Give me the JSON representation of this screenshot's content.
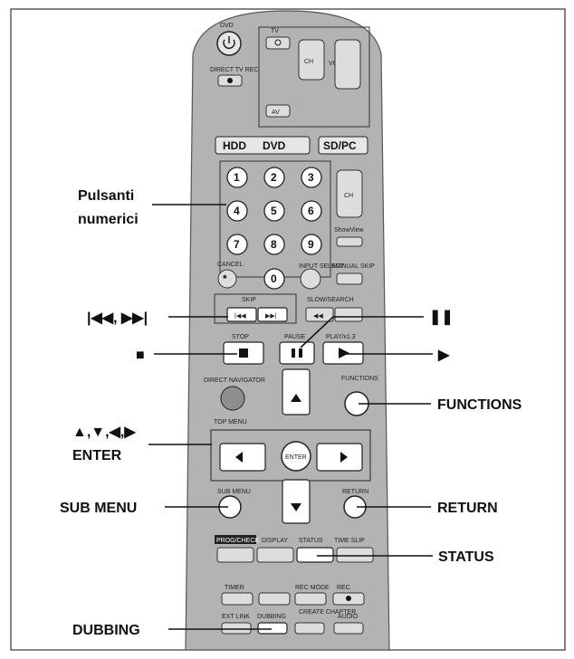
{
  "remote": {
    "dvd_power": "DVD",
    "tv": "TV",
    "ch": "CH",
    "volume": "VOLUME",
    "direct_tv_rec": "DIRECT TV REC",
    "av": "AV",
    "hdd": "HDD",
    "dvd": "DVD",
    "sdpc": "SD/PC",
    "numbers": [
      "1",
      "2",
      "3",
      "4",
      "5",
      "6",
      "7",
      "8",
      "9",
      "0"
    ],
    "cancel": "CANCEL",
    "input_select": "INPUT SELECT",
    "manual_skip": "MANUAL SKIP",
    "showview": "ShowView",
    "skip": "SKIP",
    "slow_search": "SLOW/SEARCH",
    "stop": "STOP",
    "pause": "PAUSE",
    "play": "PLAY/x1.3",
    "direct_navigator": "DIRECT NAVIGATOR",
    "top_menu": "TOP MENU",
    "functions": "FUNCTIONS",
    "enter": "ENTER",
    "sub_menu": "SUB MENU",
    "return": "RETURN",
    "prog_check": "PROG/CHECK",
    "display": "DISPLAY",
    "status": "STATUS",
    "time_slip": "TIME SLIP",
    "timer": "TIMER",
    "rec_mode": "REC MODE",
    "rec": "REC",
    "ext_link": "EXT LINK",
    "dubbing": "DUBBING",
    "create_chapter": "CREATE CHAPTER",
    "audio": "AUDIO"
  },
  "callouts": {
    "numeric_line1": "Pulsanti",
    "numeric_line2": "numerici",
    "skip": "|◀◀, ▶▶|",
    "stop": "■",
    "pause": "❚❚",
    "play": "▶",
    "functions": "FUNCTIONS",
    "nav_line1": "▲,▼,◀,▶",
    "nav_line2": "ENTER",
    "sub_menu": "SUB MENU",
    "return": "RETURN",
    "status": "STATUS",
    "dubbing": "DUBBING"
  }
}
